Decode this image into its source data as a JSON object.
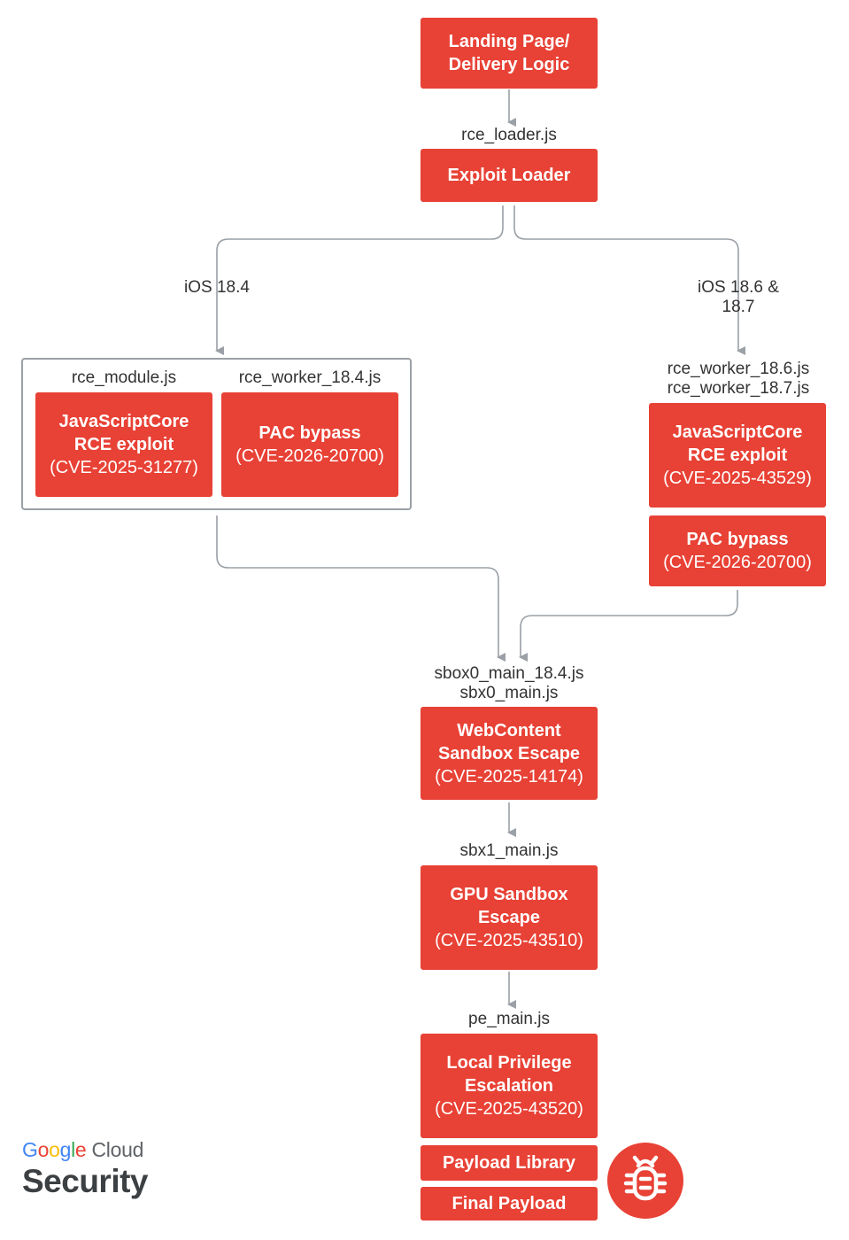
{
  "nodes": {
    "landing": {
      "title": "Landing Page/\nDelivery Logic"
    },
    "loader": {
      "title": "Exploit Loader"
    },
    "jsc_184": {
      "title": "JavaScriptCore\nRCE exploit",
      "cve": "(CVE-2025-31277)"
    },
    "pac_184": {
      "title": "PAC bypass",
      "cve": "(CVE-2026-20700)"
    },
    "jsc_186": {
      "title": "JavaScriptCore\nRCE exploit",
      "cve": "(CVE-2025-43529)"
    },
    "pac_186": {
      "title": "PAC bypass",
      "cve": "(CVE-2026-20700)"
    },
    "webcontent": {
      "title": "WebContent\nSandbox Escape",
      "cve": "(CVE-2025-14174)"
    },
    "gpu": {
      "title": "GPU Sandbox\nEscape",
      "cve": "(CVE-2025-43510)"
    },
    "lpe": {
      "title": "Local Privilege\nEscalation",
      "cve": "(CVE-2025-43520)"
    },
    "payload_lib": {
      "title": "Payload Library"
    },
    "final_payload": {
      "title": "Final Payload"
    }
  },
  "labels": {
    "rce_loader": "rce_loader.js",
    "ios_184": "iOS 18.4",
    "ios_186_187": "iOS 18.6 & 18.7",
    "rce_module": "rce_module.js",
    "rce_worker_184": "rce_worker_18.4.js",
    "rce_worker_186_187": "rce_worker_18.6.js\nrce_worker_18.7.js",
    "sbox0": "sbox0_main_18.4.js\nsbx0_main.js",
    "sbx1": "sbx1_main.js",
    "pe_main": "pe_main.js"
  },
  "logo": {
    "brand_letters": [
      {
        "ch": "G",
        "color": "#4285f4"
      },
      {
        "ch": "o",
        "color": "#ea4335"
      },
      {
        "ch": "o",
        "color": "#fbbc04"
      },
      {
        "ch": "g",
        "color": "#4285f4"
      },
      {
        "ch": "l",
        "color": "#34a853"
      },
      {
        "ch": "e",
        "color": "#ea4335"
      }
    ],
    "product": "Cloud",
    "line2": "Security"
  },
  "colors": {
    "accent": "#e84135",
    "connector": "#9aa0a6",
    "text": "#333333"
  },
  "icons": {
    "badge": "bug-icon"
  }
}
